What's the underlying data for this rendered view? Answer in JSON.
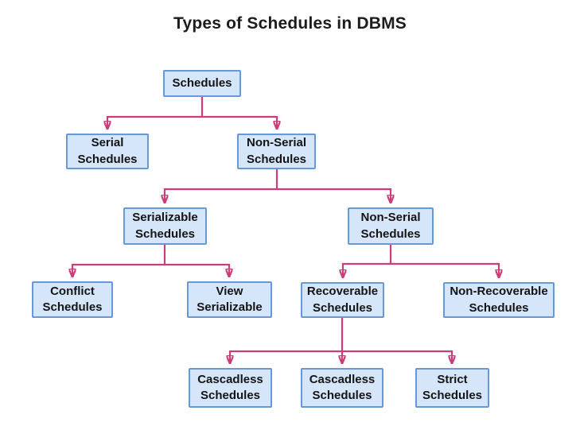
{
  "title": "Types of Schedules in DBMS",
  "colors": {
    "background": "#ffffff",
    "box_fill": "#d5e6fb",
    "box_border": "#6899d6",
    "arrow": "#cd3c78",
    "text": "#141414"
  },
  "nodes": {
    "schedules": {
      "label": "Schedules"
    },
    "serial": {
      "label": "Serial Schedules"
    },
    "non_serial": {
      "label": "Non-Serial Schedules"
    },
    "serializable": {
      "label": "Serializable Schedules"
    },
    "non_serial_2": {
      "label": "Non-Serial Schedules"
    },
    "conflict": {
      "label": "Conflict Schedules"
    },
    "view_serializable": {
      "label": "View Serializable"
    },
    "recoverable": {
      "label": "Recoverable Schedules"
    },
    "non_recoverable": {
      "label": "Non-Recoverable Schedules"
    },
    "cascadless_1": {
      "label": "Cascadless Schedules"
    },
    "cascadless_2": {
      "label": "Cascadless Schedules"
    },
    "strict": {
      "label": "Strict Schedules"
    }
  }
}
